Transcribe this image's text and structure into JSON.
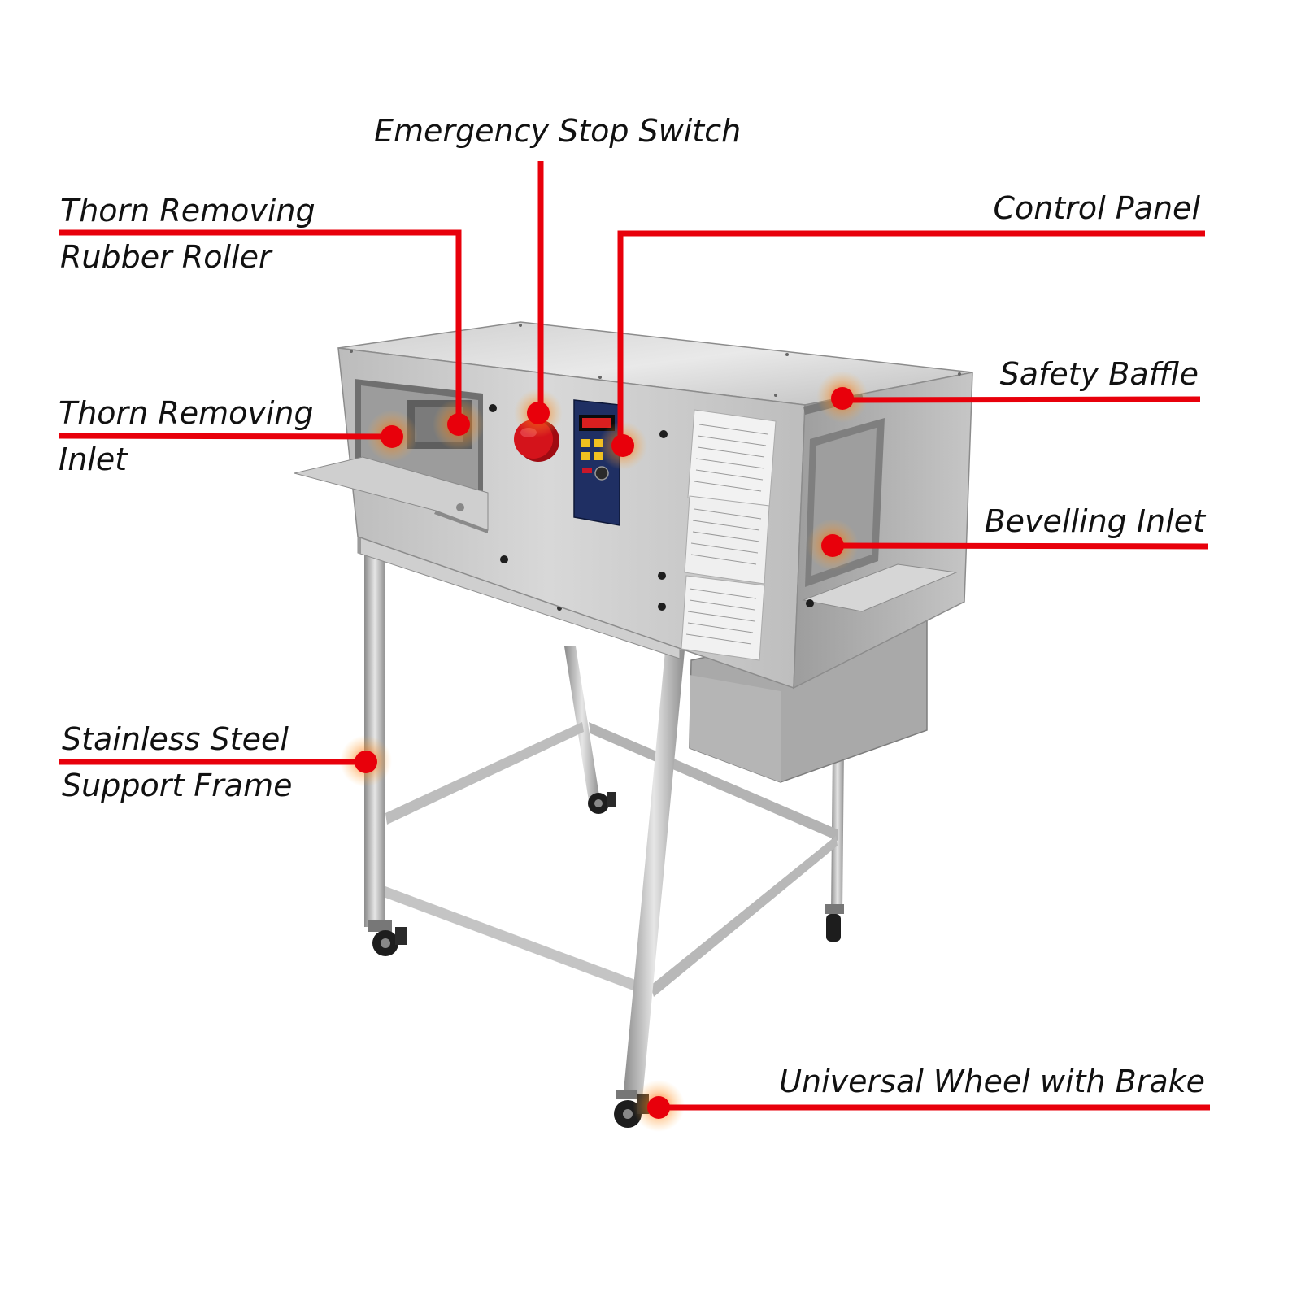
{
  "colors": {
    "callout_line": "#e8000b",
    "steel_light": "#dcdcdc",
    "steel_mid": "#b9b9b9",
    "steel_dark": "#8f8f8f",
    "panel_blue": "#1f2f63",
    "estop_red": "#d4131b"
  },
  "labels": {
    "emergency_stop": "Emergency Stop Switch",
    "control_panel": "Control Panel",
    "rubber_roller_line1": "Thorn Removing",
    "rubber_roller_line2": "Rubber Roller",
    "safety_baffle": "Safety Baffle",
    "thorn_inlet_line1": "Thorn Removing",
    "thorn_inlet_line2": "Inlet",
    "bevelling_inlet": "Bevelling Inlet",
    "support_frame_line1": "Stainless Steel",
    "support_frame_line2": "Support Frame",
    "universal_wheel": "Universal Wheel with Brake"
  }
}
